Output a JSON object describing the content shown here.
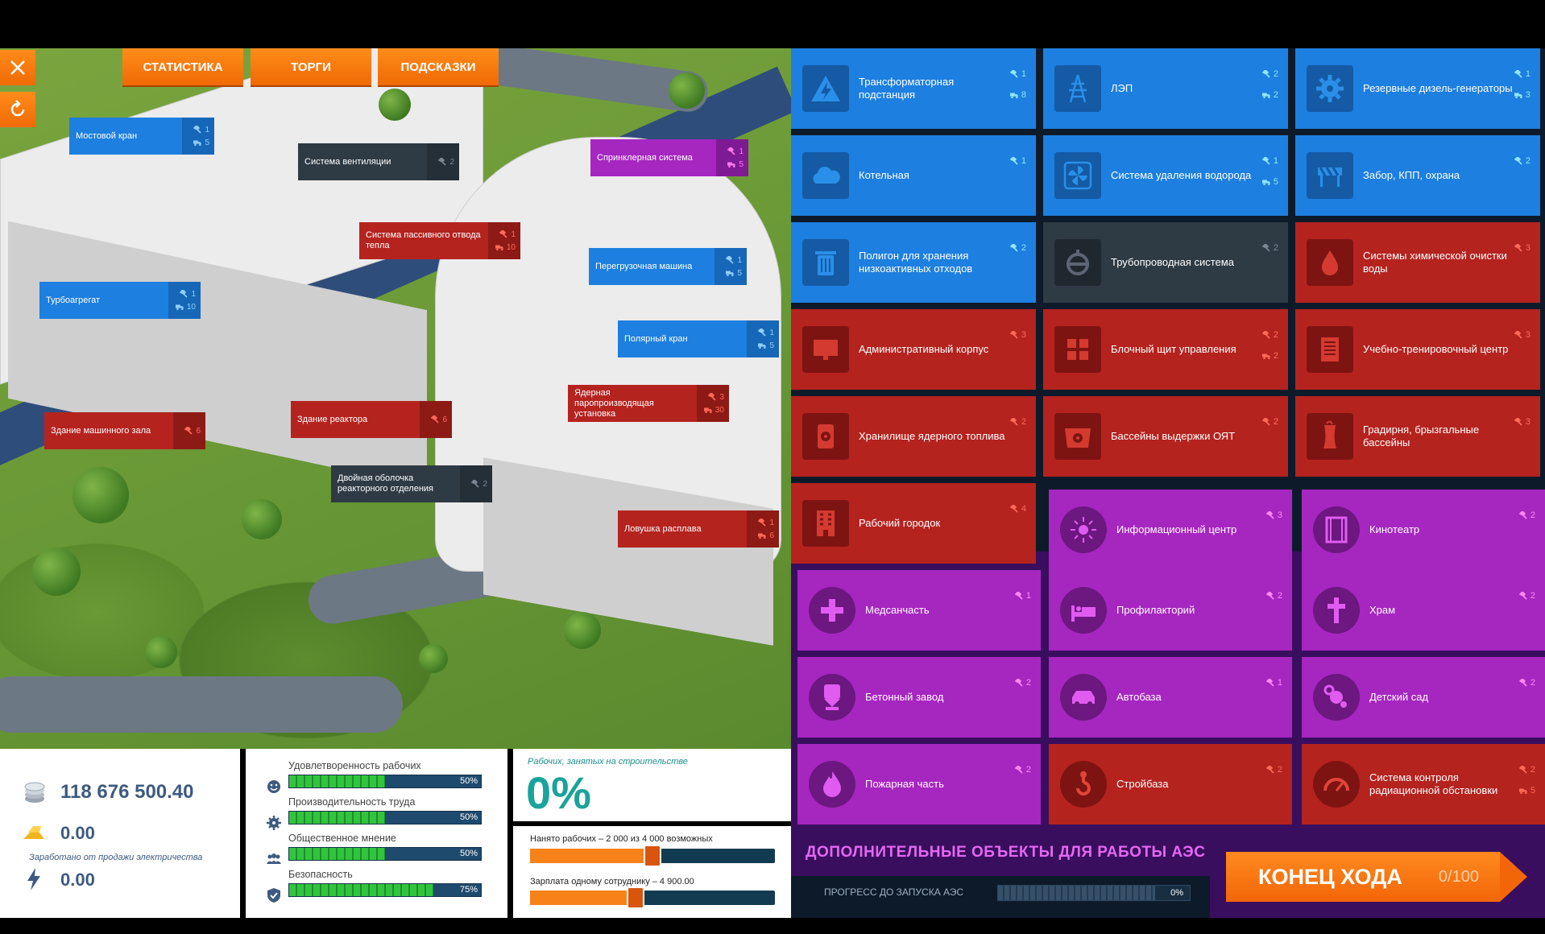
{
  "tabs": [
    {
      "label": "СТАТИСТИКА"
    },
    {
      "label": "ТОРГИ"
    },
    {
      "label": "ПОДСКАЗКИ"
    }
  ],
  "map_labels": [
    {
      "name": "Мостовой кран",
      "hammer": "1",
      "truck": "5",
      "color": "blue"
    },
    {
      "name": "Система вентиляции",
      "hammer": "2",
      "truck": "",
      "color": "gray"
    },
    {
      "name": "Спринклерная система",
      "hammer": "1",
      "truck": "5",
      "color": "purple"
    },
    {
      "name": "Система пассивного отвода тепла",
      "hammer": "1",
      "truck": "10",
      "color": "red"
    },
    {
      "name": "Перегрузочная машина",
      "hammer": "1",
      "truck": "5",
      "color": "blue"
    },
    {
      "name": "Турбоагрегат",
      "hammer": "1",
      "truck": "10",
      "color": "blue"
    },
    {
      "name": "Полярный кран",
      "hammer": "1",
      "truck": "5",
      "color": "blue"
    },
    {
      "name": "Ядерная паропроизводящая установка",
      "hammer": "3",
      "truck": "30",
      "color": "red"
    },
    {
      "name": "Здание машинного зала",
      "hammer": "6",
      "truck": "",
      "color": "red"
    },
    {
      "name": "Здание реактора",
      "hammer": "6",
      "truck": "",
      "color": "red"
    },
    {
      "name": "Двойная оболочка реакторного отделения",
      "hammer": "2",
      "truck": "",
      "color": "gray"
    },
    {
      "name": "Ловушка расплава",
      "hammer": "1",
      "truck": "6",
      "color": "red"
    }
  ],
  "grid": [
    {
      "name": "Трансформаторная подстанция",
      "hammer": "1",
      "truck": "8",
      "icon": "lightning-triangle-icon"
    },
    {
      "name": "ЛЭП",
      "hammer": "2",
      "truck": "2",
      "icon": "power-tower-icon"
    },
    {
      "name": "Резервные дизель-генераторы",
      "hammer": "1",
      "truck": "3",
      "icon": "gear-icon"
    },
    {
      "name": "Котельная",
      "hammer": "1",
      "truck": "",
      "icon": "cloud-icon"
    },
    {
      "name": "Система удаления водорода",
      "hammer": "1",
      "truck": "5",
      "icon": "fan-icon"
    },
    {
      "name": "Забор, КПП, охрана",
      "hammer": "2",
      "truck": "",
      "icon": "barrier-icon"
    },
    {
      "name": "Полигон для хранения низкоактивных отходов",
      "hammer": "2",
      "truck": "",
      "icon": "trash-can-icon"
    },
    {
      "name": "Трубопроводная система",
      "hammer": "2",
      "truck": "",
      "icon": "pipe-valve-icon"
    },
    {
      "name": "Системы химической очистки воды",
      "hammer": "3",
      "truck": "",
      "icon": "water-drop-icon"
    },
    {
      "name": "Административный корпус",
      "hammer": "3",
      "truck": "",
      "icon": "monitor-icon"
    },
    {
      "name": "Блочный щит управления",
      "hammer": "2",
      "truck": "2",
      "icon": "control-grid-icon"
    },
    {
      "name": "Учебно-тренировочный центр",
      "hammer": "3",
      "truck": "",
      "icon": "document-icon"
    },
    {
      "name": "Хранилище ядерного топлива",
      "hammer": "2",
      "truck": "",
      "icon": "radiation-barrel-icon"
    },
    {
      "name": "Бассейны выдержки ОЯТ",
      "hammer": "2",
      "truck": "",
      "icon": "radiation-pool-icon"
    },
    {
      "name": "Градирня, брызгальные бассейны",
      "hammer": "3",
      "truck": "",
      "icon": "cooling-tower-icon"
    },
    {
      "name": "Рабочий городок",
      "hammer": "4",
      "truck": "",
      "icon": "apartment-icon"
    },
    {
      "name": "Информационный центр",
      "hammer": "3",
      "truck": "",
      "icon": "burst-icon"
    },
    {
      "name": "Кинотеатр",
      "hammer": "2",
      "truck": "",
      "icon": "film-icon"
    },
    {
      "name": "Медсанчасть",
      "hammer": "1",
      "truck": "",
      "icon": "medical-cross-icon"
    },
    {
      "name": "Профилакторий",
      "hammer": "2",
      "truck": "",
      "icon": "bed-icon"
    },
    {
      "name": "Храм",
      "hammer": "2",
      "truck": "",
      "icon": "church-cross-icon"
    },
    {
      "name": "Бетонный завод",
      "hammer": "2",
      "truck": "",
      "icon": "silo-icon"
    },
    {
      "name": "Автобаза",
      "hammer": "1",
      "truck": "",
      "icon": "car-icon"
    },
    {
      "name": "Детский сад",
      "hammer": "2",
      "truck": "",
      "icon": "pacifier-icon"
    },
    {
      "name": "Пожарная часть",
      "hammer": "2",
      "truck": "",
      "icon": "flame-icon"
    },
    {
      "name": "Стройбаза",
      "hammer": "2",
      "truck": "",
      "icon": "crane-hook-icon"
    },
    {
      "name": "Система контроля радиационной обстановки",
      "hammer": "2",
      "truck": "5",
      "icon": "gauge-icon"
    }
  ],
  "extra_objects_label": "ДОПОЛНИТЕЛЬНЫЕ ОБЪЕКТЫ ДЛЯ РАБОТЫ АЭС",
  "money": {
    "balance": "118 676 500.40",
    "gold": "0.00",
    "electricity_caption": "Заработано от продажи электричества",
    "electricity": "0.00"
  },
  "stats": [
    {
      "label": "Удовлетворенность рабочих",
      "pct": "50%",
      "fraction": 0.5,
      "icon": "smiley-icon"
    },
    {
      "label": "Производительность труда",
      "pct": "50%",
      "fraction": 0.5,
      "icon": "gear-icon"
    },
    {
      "label": "Общественное мнение",
      "pct": "50%",
      "fraction": 0.5,
      "icon": "people-icon"
    },
    {
      "label": "Безопасность",
      "pct": "75%",
      "fraction": 0.75,
      "icon": "shield-icon"
    }
  ],
  "workforce": {
    "caption": "Рабочих, занятых на строительстве",
    "percent": "0%",
    "hired_label": "Нанято рабочих – 2 000 из 4 000 возможных",
    "hired_fraction": 0.5,
    "salary_label": "Зарплата одному сотруднику – 4 900.00",
    "salary_fraction": 0.43
  },
  "progress": {
    "label": "ПРОГРЕСС ДО ЗАПУСКА АЭС",
    "pct": "0%",
    "fraction": 0
  },
  "end_turn": {
    "label": "КОНЕЦ ХОДА",
    "counter": "0/100"
  },
  "colors": {
    "orange": "#f26608",
    "blue": "#1d7fe0",
    "red": "#b5231f",
    "purple": "#a626c0",
    "gray": "#2e3a44"
  }
}
